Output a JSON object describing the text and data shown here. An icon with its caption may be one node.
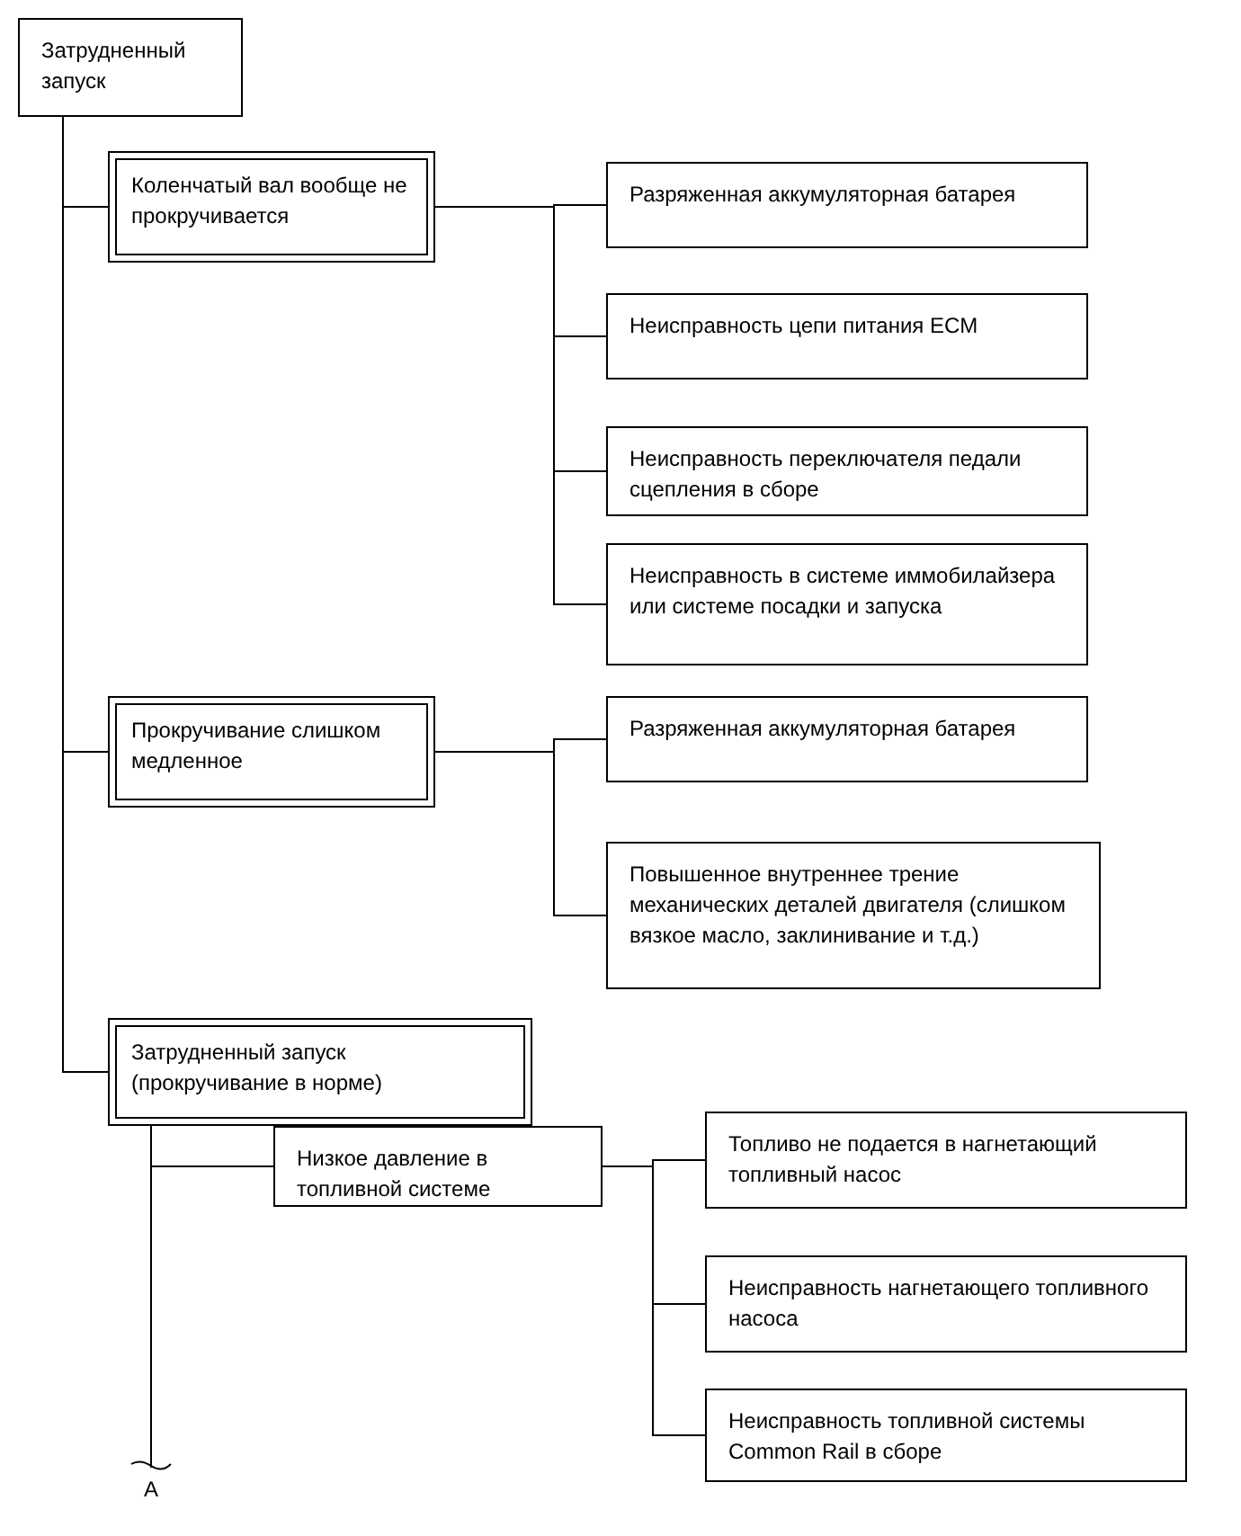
{
  "diagram": {
    "nodes": [
      {
        "text": [
          "Затрудненный запуск"
        ]
      },
      {
        "text": [
          "Коленчатый вал вообще не прокручивается"
        ]
      },
      {
        "text": [
          "Разряженная аккумуляторная батарея"
        ]
      },
      {
        "text": [
          "Неисправность цепи питания ECM"
        ]
      },
      {
        "text": [
          "Неисправность переключателя педали сцепления в сборе"
        ]
      },
      {
        "text": [
          "Неисправность в системе иммобилайзера или системе посадки и запуска"
        ]
      },
      {
        "text": [
          "Прокручивание слишком медленное"
        ]
      },
      {
        "text": [
          "Разряженная аккумуляторная батарея"
        ]
      },
      {
        "text": [
          "Повышенное внутреннее трение механических деталей двигателя (слишком вязкое масло, заклинивание и т.д.)"
        ]
      },
      {
        "text": [
          "Затрудненный запуск (прокручивание в норме)"
        ]
      },
      {
        "text": [
          "Низкое давление в топливной системе"
        ]
      },
      {
        "text": [
          "Топливо не подается в нагнетающий топливный насос"
        ]
      },
      {
        "text": [
          "Неисправность нагнетающего топливного насоса"
        ]
      },
      {
        "text": [
          "Неисправность топливной системы Common Rail в сборе"
        ]
      },
      {
        "text": [
          "A"
        ]
      }
    ],
    "edges": [
      {
        "from": 0,
        "to": 1,
        "arrow": "none"
      },
      {
        "from": 0,
        "to": 6,
        "arrow": "none"
      },
      {
        "from": 0,
        "to": 9,
        "arrow": "none"
      },
      {
        "from": 1,
        "to": 2,
        "arrow": "none"
      },
      {
        "from": 1,
        "to": 3,
        "arrow": "none"
      },
      {
        "from": 1,
        "to": 4,
        "arrow": "none"
      },
      {
        "from": 1,
        "to": 5,
        "arrow": "none"
      },
      {
        "from": 6,
        "to": 7,
        "arrow": "none"
      },
      {
        "from": 6,
        "to": 8,
        "arrow": "none"
      },
      {
        "from": 9,
        "to": 10,
        "arrow": "none"
      },
      {
        "from": 9,
        "to": 14,
        "arrow": "none"
      },
      {
        "from": 10,
        "to": 11,
        "arrow": "none"
      },
      {
        "from": 10,
        "to": 12,
        "arrow": "none"
      },
      {
        "from": 10,
        "to": 13,
        "arrow": "none"
      }
    ]
  }
}
